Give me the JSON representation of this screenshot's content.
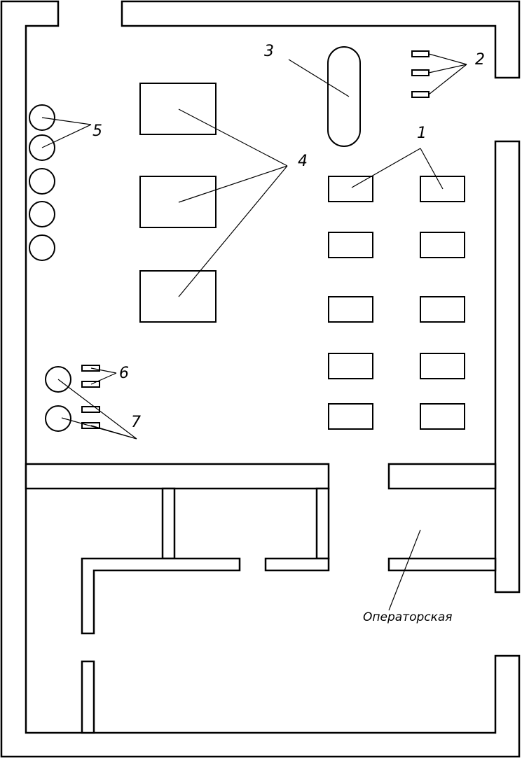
{
  "labels": {
    "n1": "1",
    "n2": "2",
    "n3": "3",
    "n4": "4",
    "n5": "5",
    "n6": "6",
    "n7": "7",
    "operator_room": "Операторская"
  }
}
